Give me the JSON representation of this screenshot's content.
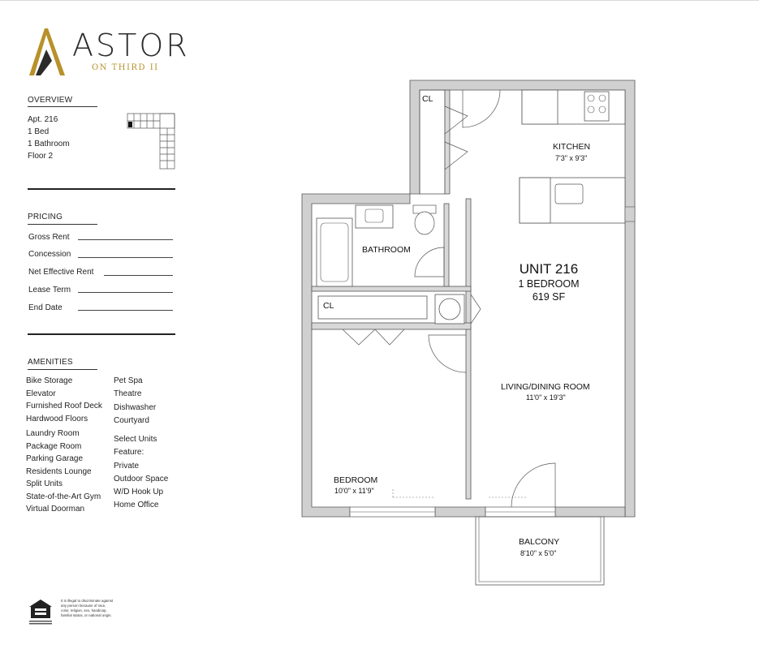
{
  "brand": {
    "name": "ASTOR",
    "subtitle": "ON THIRD II",
    "colors": {
      "gold": "#b8912a",
      "dark": "#2b2b2b"
    }
  },
  "overview": {
    "title": "OVERVIEW",
    "apt": "Apt. 216",
    "beds": "1 Bed",
    "baths": "1 Bathroom",
    "floor": "Floor 2"
  },
  "pricing": {
    "title": "PRICING",
    "fields": [
      "Gross Rent",
      "Concession",
      "Net Effective Rent",
      "Lease Term",
      "End Date"
    ]
  },
  "amenities": {
    "title": "AMENITIES",
    "col1_group1": [
      "Bike Storage",
      "Elevator",
      "Furnished Roof Deck",
      "Hardwood Floors"
    ],
    "col1_group2": [
      "Laundry Room",
      "Package Room",
      "Parking Garage",
      "Residents Lounge",
      "Split Units",
      "State-of-the-Art Gym",
      "Virtual Doorman"
    ],
    "col2_group1": [
      "Pet Spa",
      "Theatre",
      "Dishwasher",
      "Courtyard"
    ],
    "col2_group2": [
      "Select Units",
      "Feature:",
      "Private",
      "Outdoor Space",
      "W/D Hook Up",
      "Home Office"
    ]
  },
  "legal": {
    "text": "It is illegal to discriminate against any person because of race, color, religion, sex, handicap, familial status, or national origin.",
    "logo_icon": "equal-housing-opportunity-icon"
  },
  "plan": {
    "unit_title": "UNIT 216",
    "unit_beds": "1 BEDROOM",
    "unit_area": "619 SF",
    "rooms": {
      "kitchen": {
        "name": "KITCHEN",
        "dims": "7'3\" x 9'3\""
      },
      "bathroom": {
        "name": "BATHROOM"
      },
      "living": {
        "name": "LIVING/DINING ROOM",
        "dims": "11'0\" x 19'3\""
      },
      "bedroom": {
        "name": "BEDROOM",
        "dims": "10'0\" x 11'9\""
      },
      "balcony": {
        "name": "BALCONY",
        "dims": "8'10\" x 5'0\""
      },
      "closet_top": "CL",
      "closet_mid": "CL"
    }
  }
}
